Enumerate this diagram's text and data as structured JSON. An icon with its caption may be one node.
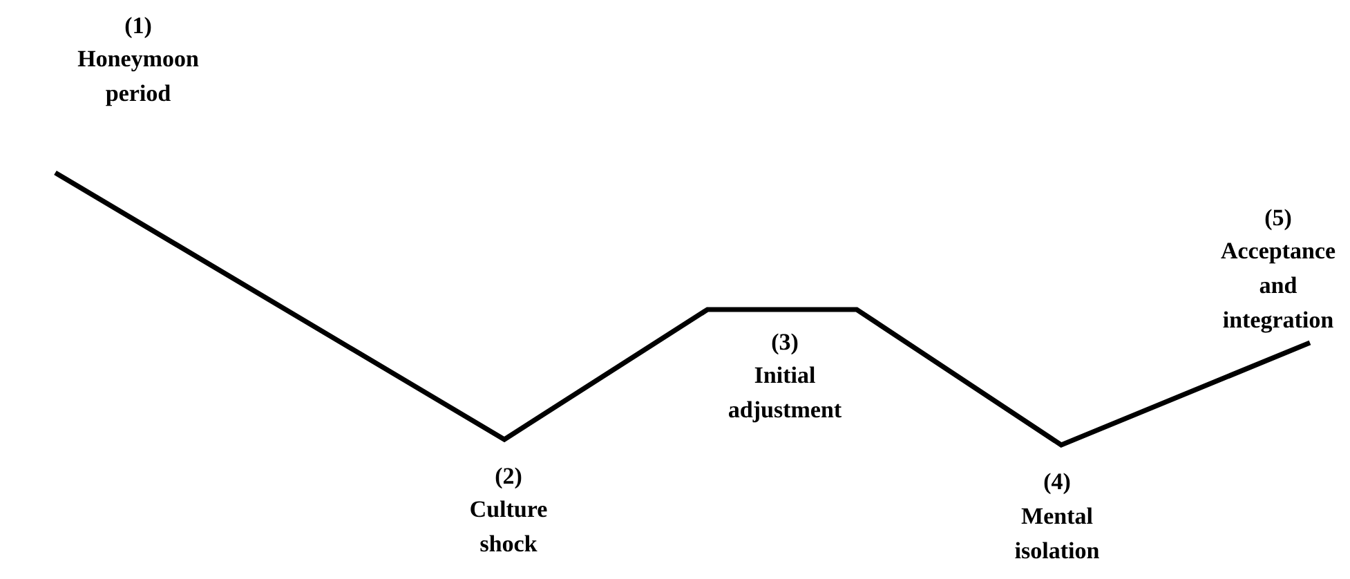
{
  "diagram": {
    "labels": [
      "(1)",
      "Honeymoon period",
      "(2)",
      "Culture shock",
      "(3)",
      "Initial adjustment",
      "(4)",
      "Mental isolation",
      "(5)",
      "Acceptance and integration"
    ]
  }
}
